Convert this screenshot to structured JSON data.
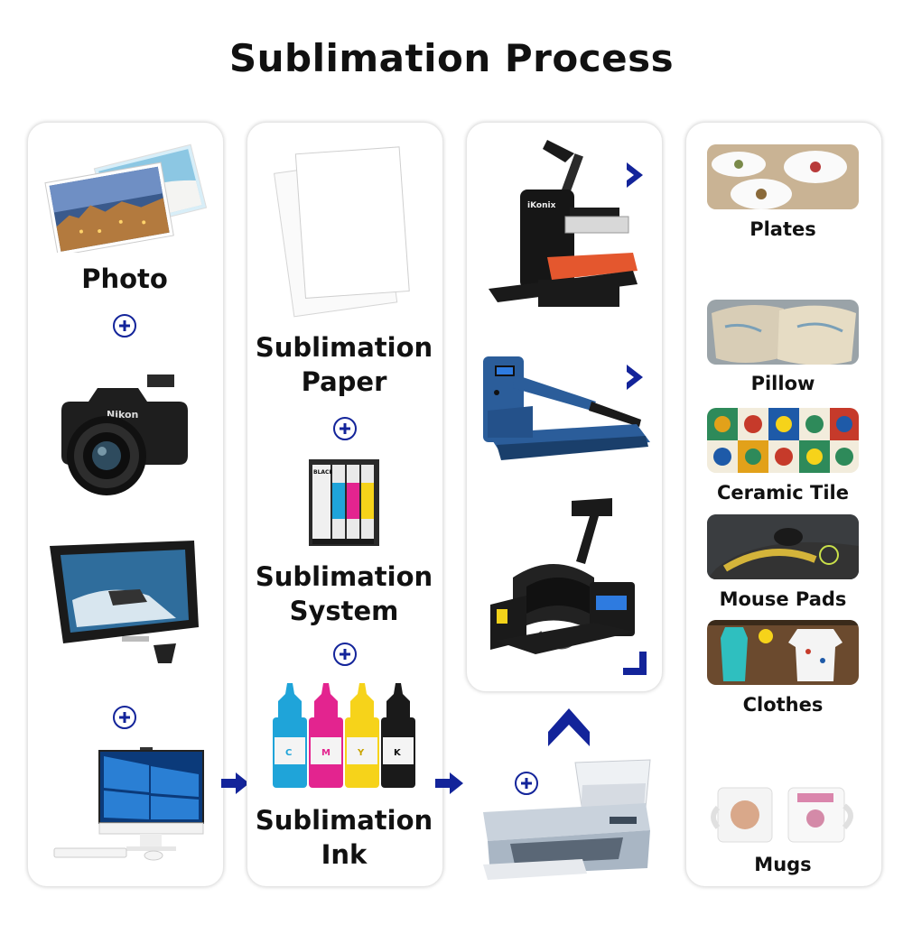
{
  "title": "Sublimation Process",
  "column1": {
    "label": "Photo"
  },
  "column2": {
    "paper_line1": "Sublimation",
    "paper_line2": "Paper",
    "system_line1": "Sublimation",
    "system_line2": "System",
    "ink_line1": "Sublimation",
    "ink_line2": "Ink"
  },
  "outputs": {
    "plates": "Plates",
    "pillow": "Pillow",
    "tile": "Ceramic Tile",
    "pads": "Mouse Pads",
    "clothes": "Clothes",
    "mugs": "Mugs"
  },
  "camera_brand": "Nikon",
  "press_brand": "iKonix",
  "ink_labels": [
    "C",
    "M",
    "Y",
    "K"
  ],
  "cartridge_label": "BLACK",
  "colors": {
    "accent": "#13249a",
    "cyan": "#1fa4d9",
    "magenta": "#e3248f",
    "yellow": "#f6d31a",
    "black": "#1a1a1a",
    "press_blue": "#2b5d9a",
    "press_orange": "#e4572e"
  }
}
